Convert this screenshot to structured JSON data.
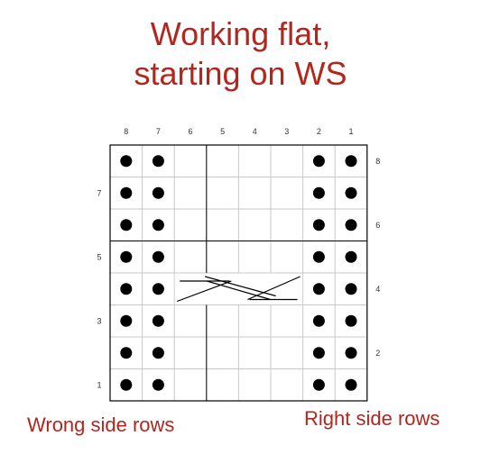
{
  "title": {
    "line1": "Working flat,",
    "line2": "starting on WS"
  },
  "labels": {
    "wrong_side": "Wrong side rows",
    "right_side": "Right side rows"
  },
  "chart": {
    "columns": [
      "8",
      "7",
      "6",
      "5",
      "4",
      "3",
      "2",
      "1"
    ],
    "left_row_numbers": [
      "7",
      "5",
      "3",
      "1"
    ],
    "right_row_numbers": [
      "8",
      "6",
      "4",
      "2"
    ],
    "dot_columns": [
      "8",
      "7",
      "2",
      "1"
    ],
    "rows_count": 8,
    "cable": {
      "row": "4",
      "columns": [
        "6",
        "5",
        "4",
        "3"
      ]
    }
  },
  "colors": {
    "title": "#b3261e",
    "grid_line": "#c8c8c8",
    "border": "#000000",
    "dot": "#000000"
  }
}
